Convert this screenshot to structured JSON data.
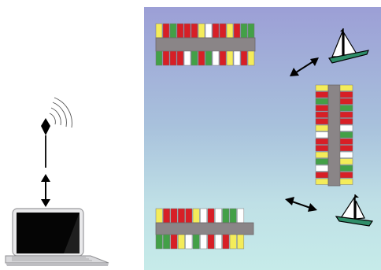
{
  "colors": {
    "water_top": "#9c9fd6",
    "water_bottom": "#c6ebe9",
    "dock": "#8a8587",
    "slip_red": "#d71f26",
    "slip_green": "#43a047",
    "slip_yellow": "#f4ec5a",
    "slip_white": "#ffffff",
    "boat_hull": "#2f8f6a",
    "antenna_line": "#000000"
  },
  "icons": {
    "laptop": "laptop-icon",
    "antenna": "wireless-antenna-icon",
    "link_arrow": "double-headed-arrow-icon",
    "boat": "sailboat-icon"
  },
  "docks": {
    "top_left": {
      "upper_slips": [
        "yellow",
        "red",
        "green",
        "red",
        "red",
        "red",
        "yellow",
        "white",
        "red",
        "red",
        "yellow",
        "red",
        "green",
        "green"
      ],
      "lower_slips": [
        "green",
        "red",
        "red",
        "red",
        "white",
        "green",
        "red",
        "green",
        "white",
        "red",
        "yellow",
        "white",
        "red",
        "yellow"
      ]
    },
    "bottom_left": {
      "upper_slips": [
        "yellow",
        "red",
        "red",
        "red",
        "red",
        "yellow",
        "white",
        "red",
        "white",
        "green",
        "green",
        "white"
      ],
      "lower_slips": [
        "green",
        "green",
        "red",
        "yellow",
        "white",
        "green",
        "white",
        "red",
        "white",
        "red",
        "yellow",
        "yellow"
      ]
    },
    "right_vertical": {
      "left_slips": [
        "yellow",
        "red",
        "green",
        "red",
        "red",
        "red",
        "yellow",
        "white",
        "red",
        "red",
        "yellow",
        "green",
        "white",
        "red",
        "yellow"
      ],
      "right_slips": [
        "yellow",
        "red",
        "red",
        "green",
        "red",
        "red",
        "white",
        "green",
        "red",
        "red",
        "white",
        "yellow",
        "green",
        "red",
        "yellow"
      ]
    }
  }
}
